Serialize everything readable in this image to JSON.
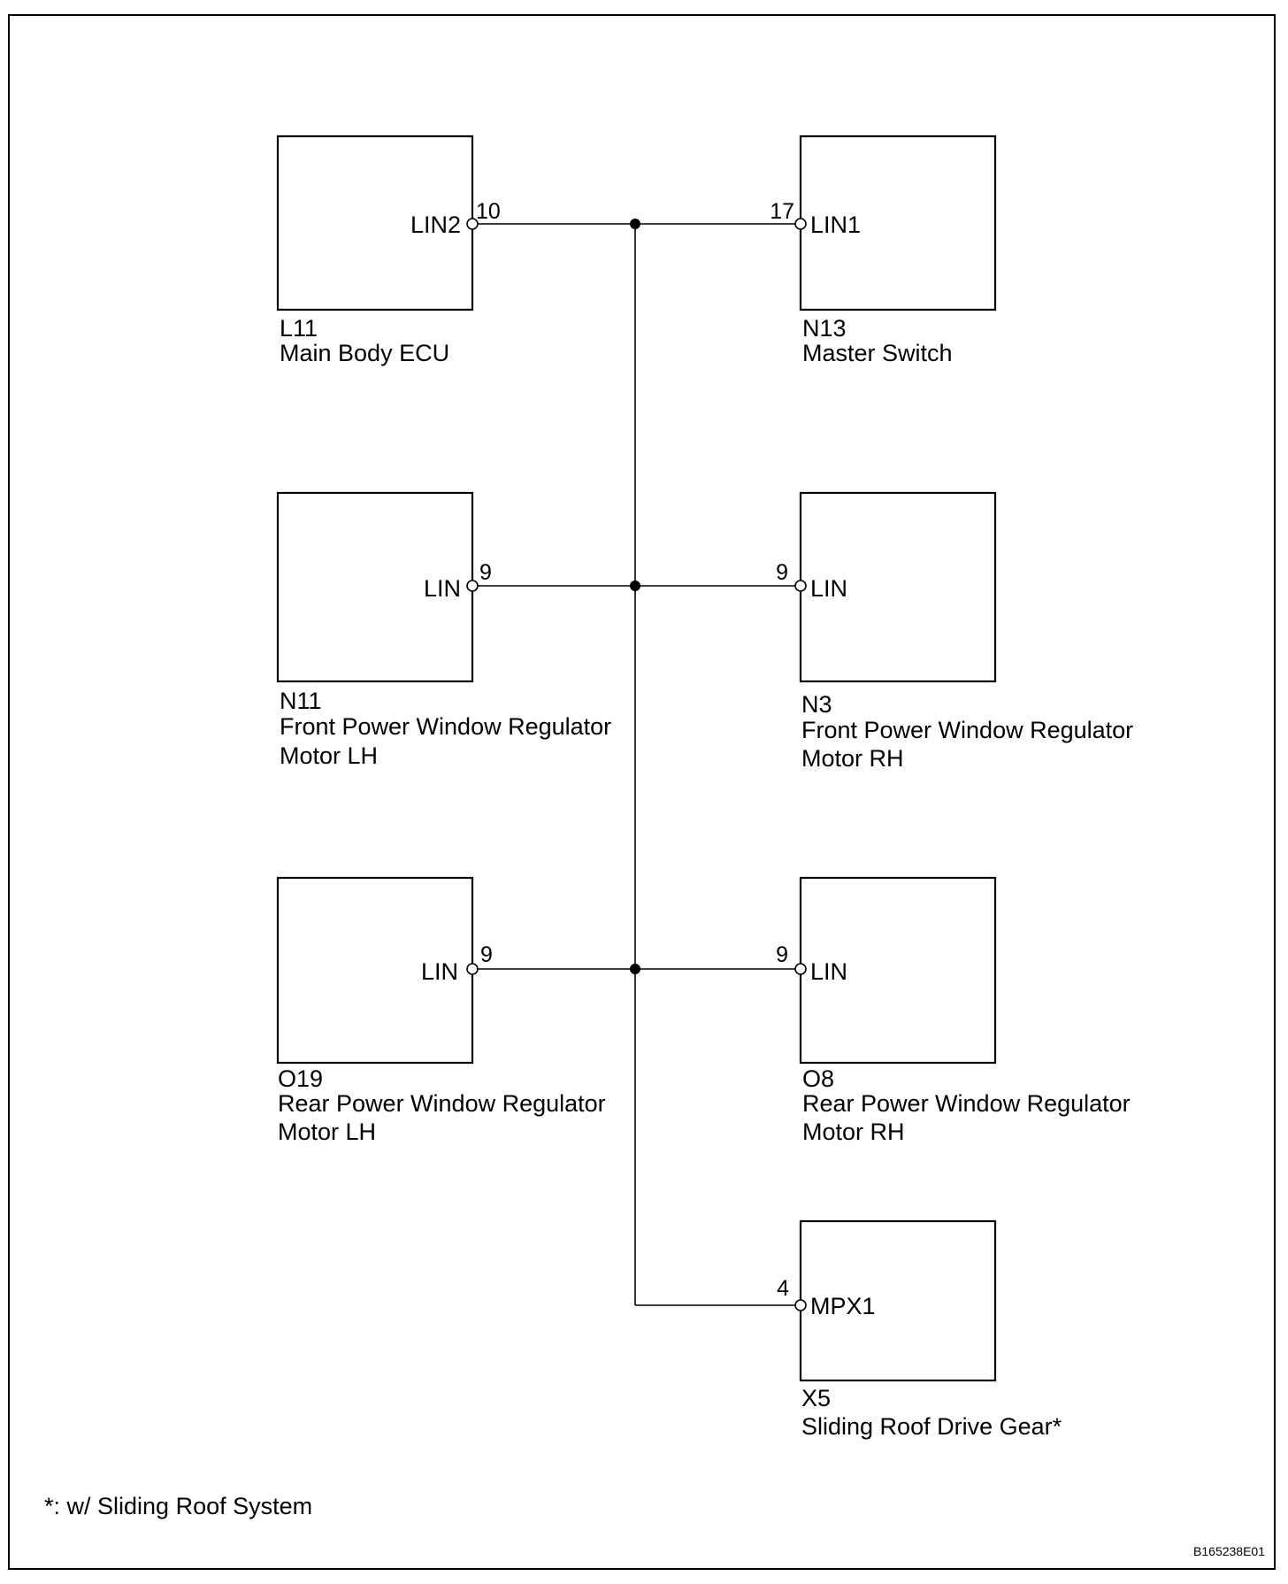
{
  "components": [
    {
      "code": "L11",
      "name_lines": [
        "Main Body ECU"
      ],
      "terminal": "LIN2",
      "pin": "10"
    },
    {
      "code": "N13",
      "name_lines": [
        "Master Switch"
      ],
      "terminal": "LIN1",
      "pin": "17"
    },
    {
      "code": "N11",
      "name_lines": [
        "Front Power Window Regulator",
        "Motor LH"
      ],
      "terminal": "LIN",
      "pin": "9"
    },
    {
      "code": "N3",
      "name_lines": [
        "Front Power Window Regulator",
        "Motor RH"
      ],
      "terminal": "LIN",
      "pin": "9"
    },
    {
      "code": "O19",
      "name_lines": [
        "Rear Power Window Regulator",
        "Motor LH"
      ],
      "terminal": "LIN",
      "pin": "9"
    },
    {
      "code": "O8",
      "name_lines": [
        "Rear Power Window Regulator",
        "Motor RH"
      ],
      "terminal": "LIN",
      "pin": "9"
    },
    {
      "code": "X5",
      "name_lines": [
        "Sliding Roof Drive Gear*"
      ],
      "terminal": "MPX1",
      "pin": "4"
    }
  ],
  "footnote": "*: w/ Sliding Roof System",
  "figure_id": "B165238E01"
}
